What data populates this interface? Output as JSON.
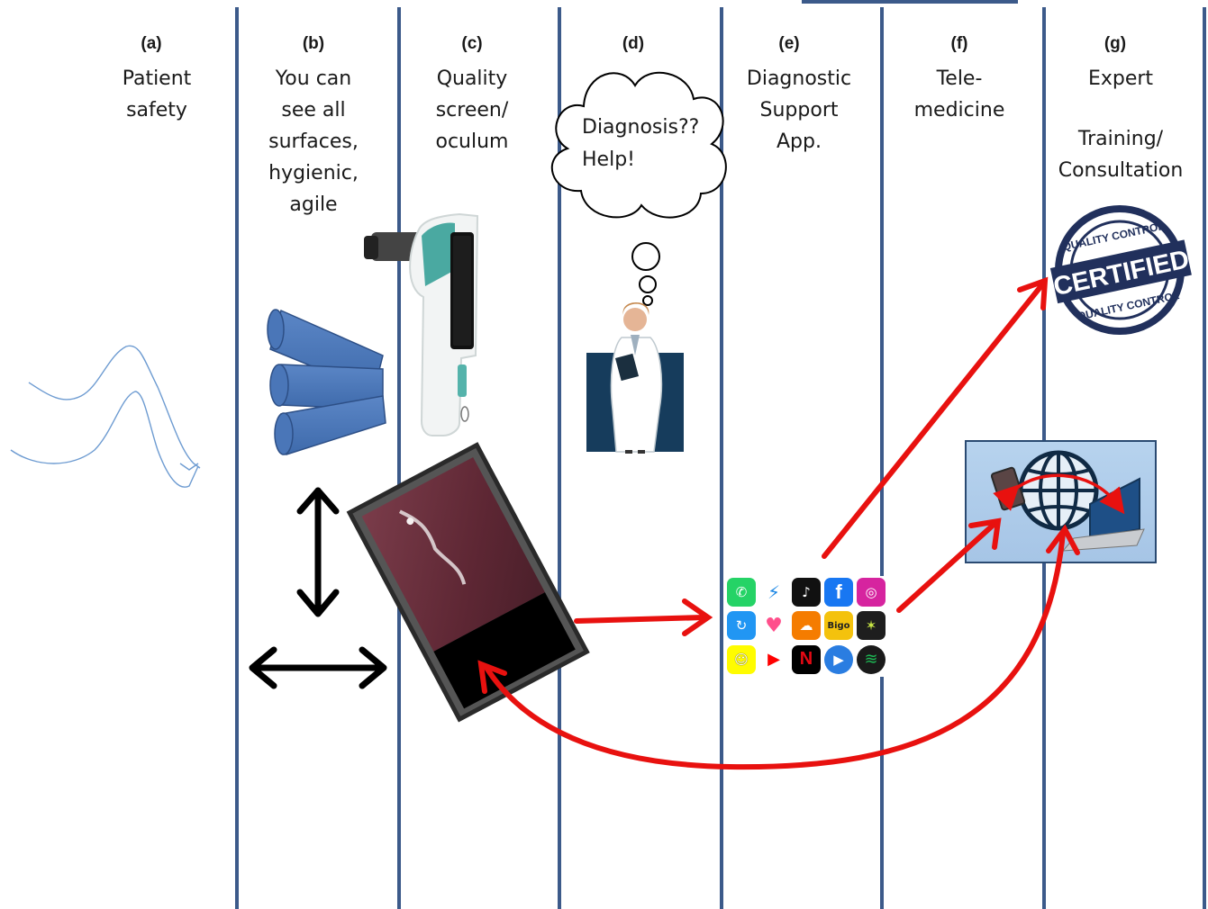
{
  "columns": [
    {
      "letter": "(a)",
      "lines": [
        "Patient",
        "safety"
      ]
    },
    {
      "letter": "(b)",
      "lines": [
        "You can",
        "see all",
        "surfaces,",
        "hygienic,",
        "agile"
      ]
    },
    {
      "letter": "(c)",
      "lines": [
        "Quality",
        "screen/",
        "oculum"
      ]
    },
    {
      "letter": "(d)",
      "lines": [
        "Diagnosis??",
        "Help!"
      ]
    },
    {
      "letter": "(e)",
      "lines": [
        "Diagnostic",
        "Support",
        "App."
      ]
    },
    {
      "letter": "(f)",
      "lines": [
        "Tele-",
        "medicine"
      ]
    },
    {
      "letter": "(g)",
      "lines": [
        "Expert",
        "",
        "Training/",
        "Consultation"
      ]
    }
  ],
  "stamp": {
    "top_text": "QUALITY CONTROL",
    "middle_text": "CERTIFIED",
    "bottom_text": "QUALITY CONTROL"
  },
  "apps": [
    {
      "icon": "whatsapp-icon",
      "color": "#25d366",
      "glyph": "✆"
    },
    {
      "icon": "messenger-icon",
      "color": "#1e88e5",
      "glyph": "⚡"
    },
    {
      "icon": "tiktok-icon",
      "color": "#111111",
      "glyph": "♪"
    },
    {
      "icon": "facebook-icon",
      "color": "#1877f2",
      "glyph": "f"
    },
    {
      "icon": "instagram-icon",
      "color": "#d6249f",
      "glyph": "◎"
    },
    {
      "icon": "sync-icon",
      "color": "#2196f3",
      "glyph": "↻"
    },
    {
      "icon": "heart-app-icon",
      "color": "#ff6f91",
      "glyph": "♥"
    },
    {
      "icon": "uc-browser-icon",
      "color": "#f57c00",
      "glyph": "☁"
    },
    {
      "icon": "bigo-icon",
      "color": "#f4c20d",
      "glyph": "Bigo",
      "label": "Bigo"
    },
    {
      "icon": "star-app-icon",
      "color": "#222222",
      "glyph": "✶"
    },
    {
      "icon": "snapchat-icon",
      "color": "#fffc00",
      "glyph": "👻"
    },
    {
      "icon": "youtube-icon",
      "color": "#ff0000",
      "glyph": "▶"
    },
    {
      "icon": "netflix-icon",
      "color": "#000000",
      "glyph": "N"
    },
    {
      "icon": "play-icon",
      "color": "#2a7de1",
      "glyph": "▶"
    },
    {
      "icon": "spotify-icon",
      "color": "#1db954",
      "glyph": "≋"
    }
  ]
}
